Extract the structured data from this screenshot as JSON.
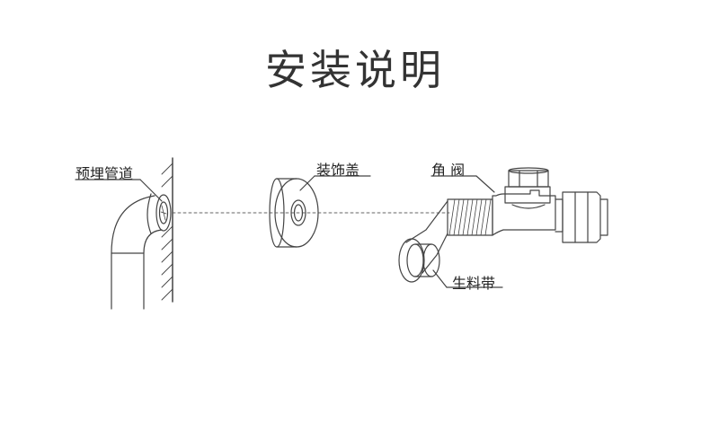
{
  "title": "安装说明",
  "labels": {
    "embedded_pipe": "预埋管道",
    "decorative_cover": "装饰盖",
    "angle_valve": "角 阀",
    "ptfe_tape": "生料带"
  }
}
